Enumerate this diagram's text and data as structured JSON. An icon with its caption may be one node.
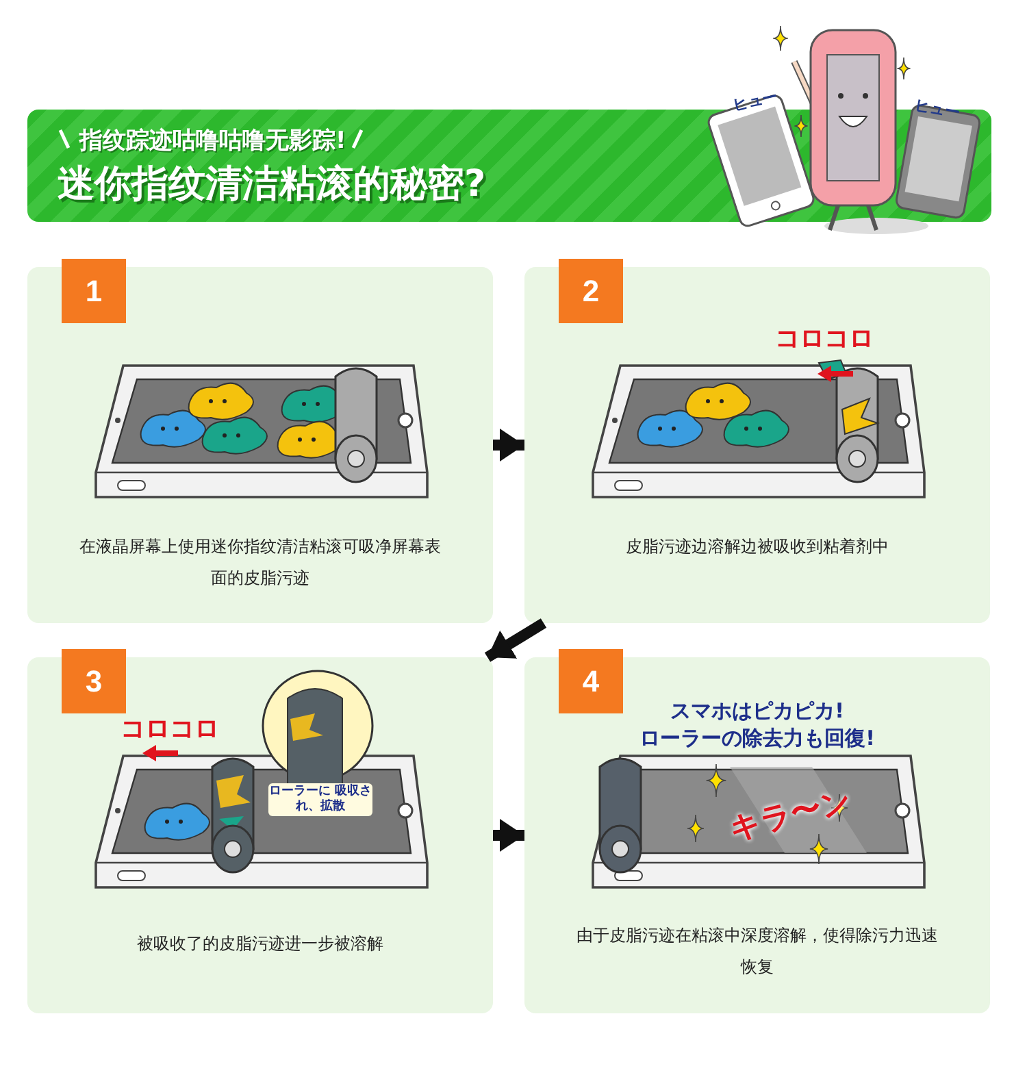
{
  "diagram": {
    "title": "迷你指纹清洁粘滚的秘密?",
    "nodes": [
      {
        "text": [
          "1",
          "在液晶屏幕上使用迷你指纹清洁粘滚可吸净屏幕表面的皮脂污迹"
        ]
      },
      {
        "text": [
          "2",
          "皮脂污迹边溶解边被吸收到粘着剂中"
        ]
      },
      {
        "text": [
          "3",
          "被吸收了的皮脂污迹进一步被溶解"
        ]
      },
      {
        "text": [
          "4",
          "由于皮脂污迹在粘滚中深度溶解，使得除污力迅速恢复"
        ]
      }
    ],
    "edges": [
      {
        "from": 0,
        "to": 1,
        "arrow": "to"
      },
      {
        "from": 1,
        "to": 2,
        "arrow": "to"
      },
      {
        "from": 2,
        "to": 3,
        "arrow": "to"
      }
    ],
    "labels": [
      "指纹踪迹咕噜咕噜无影踪!",
      "ヒュー",
      "ヒュー",
      "コロコロ",
      "コロコロ",
      "ローラーに 吸収され、拡散",
      "スマホはピカピカ!",
      "ローラーの除去力も回復!",
      "キラ〜ン"
    ]
  }
}
